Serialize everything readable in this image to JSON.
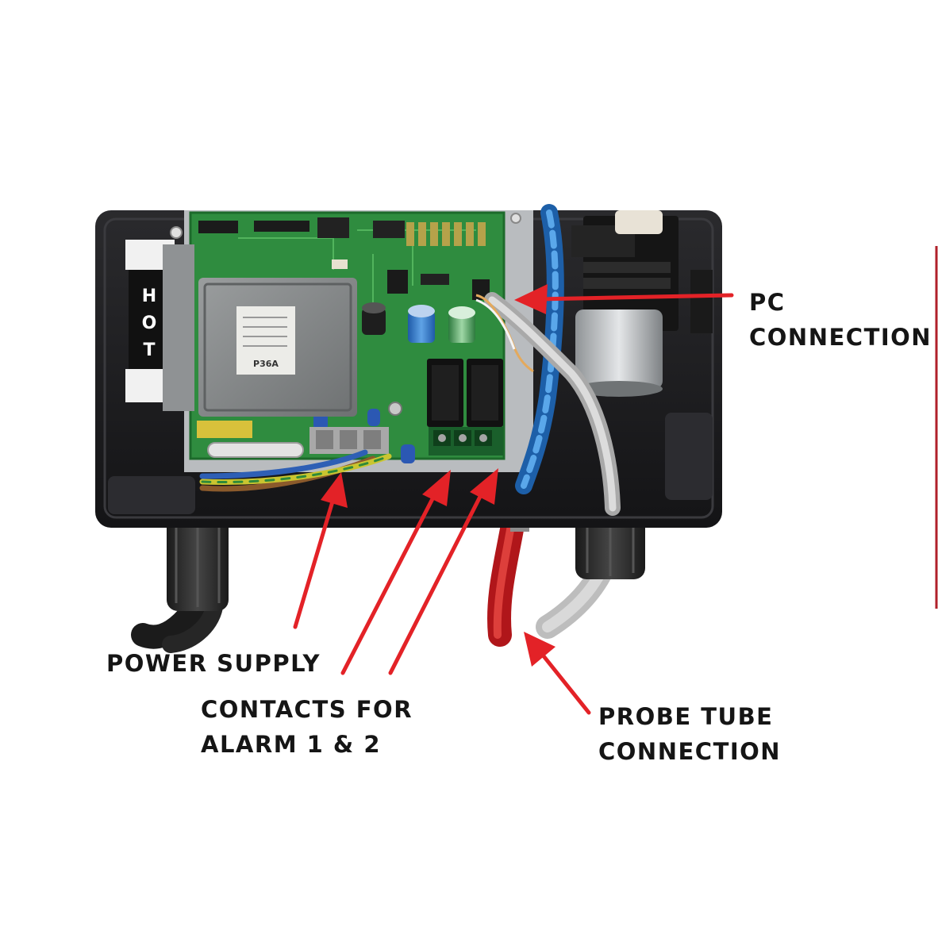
{
  "labels": {
    "pc_connection": [
      "PC",
      "CONNECTION"
    ],
    "power_supply": [
      "POWER SUPPLY"
    ],
    "contacts_for_alarm": [
      "CONTACTS FOR",
      "ALARM 1 & 2"
    ],
    "probe_tube_connection": [
      "PROBE TUBE",
      "CONNECTION"
    ]
  },
  "device_labels": {
    "hot_sticker": [
      "H",
      "O",
      "T"
    ],
    "transformer_text": "P36A"
  },
  "colors": {
    "arrow": "#e32227",
    "label_text": "#151515",
    "side_rule": "#b0202a",
    "enclosure": "#1e1e20",
    "pcb": "#2e8b3e",
    "transformer": "#8a8d8e",
    "probe_tube": "#cf1f1f",
    "blue_wire": "#2a7bc9",
    "grey_cable": "#c9c9c9"
  }
}
